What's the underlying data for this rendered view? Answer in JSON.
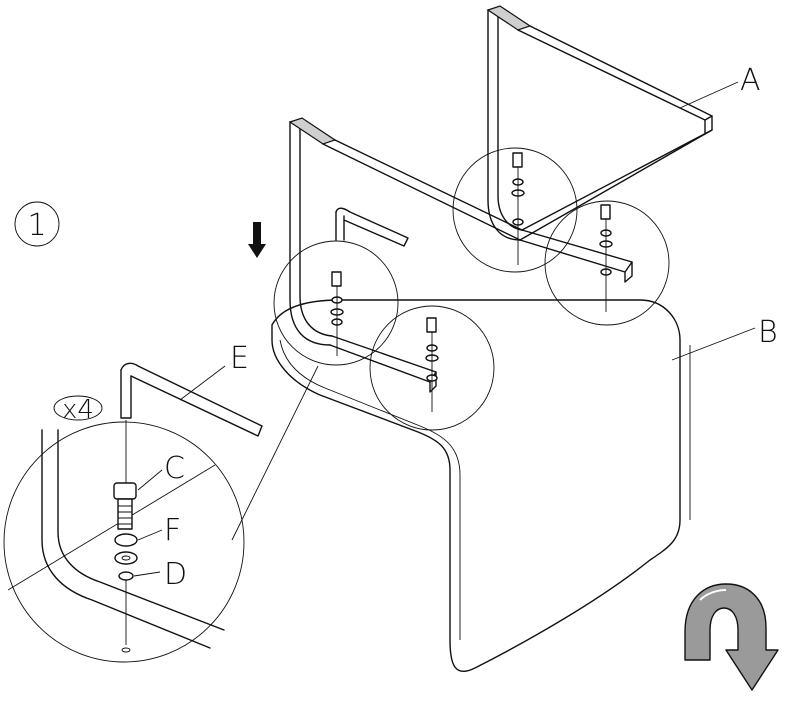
{
  "step": {
    "number": "1",
    "quantity": "x4"
  },
  "labels": {
    "a": "A",
    "b": "B",
    "c": "C",
    "d": "D",
    "e": "E",
    "f": "F"
  },
  "icons": {
    "direction_arrow": "arrow-down-icon",
    "flip_arrow": "flip-over-icon"
  },
  "colors": {
    "line": "#111111",
    "flip_arrow_fill": "#9a9a9a"
  }
}
